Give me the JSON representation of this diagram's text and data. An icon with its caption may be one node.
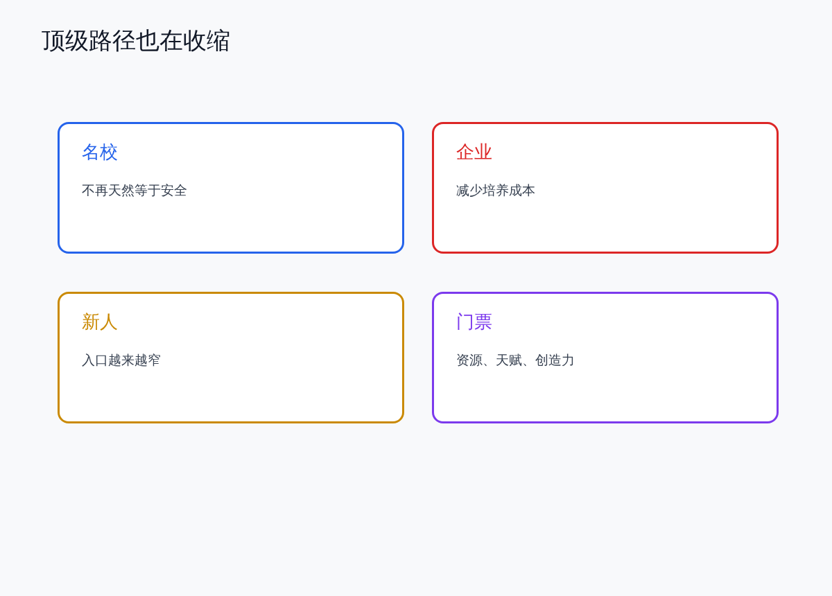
{
  "diagram": {
    "title": "顶级路径也在收缩",
    "nodes": [
      {
        "text": [
          "名校",
          "不再天然等于安全"
        ]
      },
      {
        "text": [
          "企业",
          "减少培养成本"
        ]
      },
      {
        "text": [
          "新人",
          "入口越来越窄"
        ]
      },
      {
        "text": [
          "门票",
          "资源、天赋、创造力"
        ]
      }
    ],
    "edges": []
  }
}
